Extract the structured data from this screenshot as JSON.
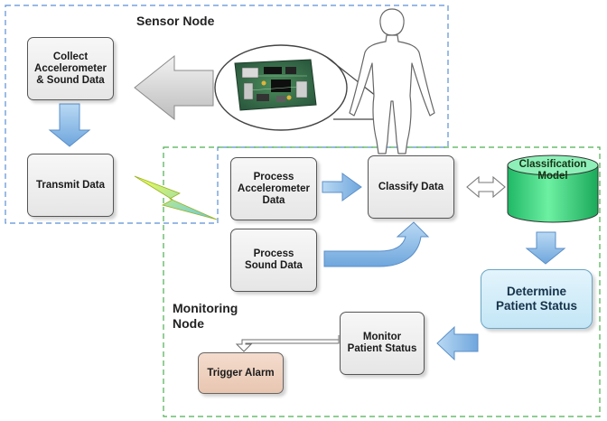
{
  "diagram": {
    "sensor_node_label": "Sensor Node",
    "monitoring_node_label": "Monitoring\nNode",
    "nodes": {
      "collect": "Collect\nAccelerometer\n& Sound Data",
      "transmit": "Transmit Data",
      "process_accel": "Process\nAccelerometer\nData",
      "process_sound": "Process\nSound Data",
      "classify": "Classify Data",
      "model": "Classification\nModel",
      "determine": "Determine\nPatient Status",
      "monitor": "Monitor\nPatient Status",
      "alarm": "Trigger Alarm"
    },
    "colors": {
      "sensor_border": "#5b8fd6",
      "monitoring_border": "#4caf50",
      "arrow_blue": "#8fbde6",
      "model_green": "#43d37e",
      "status_blue": "#c9e9f7",
      "alarm_tan": "#ebcbb7"
    }
  }
}
